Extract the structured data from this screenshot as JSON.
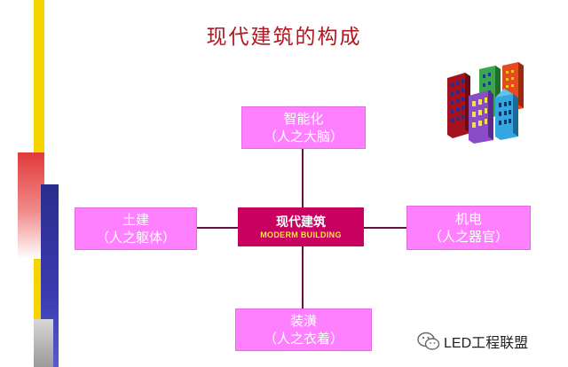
{
  "title": "现代建筑的构成",
  "center": {
    "title": "现代建筑",
    "subtitle": "MODERM BUILDING"
  },
  "nodes": {
    "top": {
      "label": "智能化",
      "sub": "（人之大脑）"
    },
    "left": {
      "label": "土建",
      "sub": "（人之躯体）"
    },
    "right": {
      "label": "机电",
      "sub": "（人之器官）"
    },
    "bottom": {
      "label": "装潢",
      "sub": "（人之衣着）"
    }
  },
  "watermark": {
    "text": "LED工程联盟",
    "icon": "wechat-icon"
  },
  "illustration": {
    "icon": "buildings-icon"
  },
  "colors": {
    "title": "#b0171f",
    "node_fill": "#ff80ff",
    "center_fill": "#c8005f",
    "center_subtitle": "#ffe24a",
    "connector": "#6b1045",
    "strip_yellow": "#f6d400",
    "strip_red": "#e23a3a",
    "strip_navy": "#2c2c8c"
  }
}
